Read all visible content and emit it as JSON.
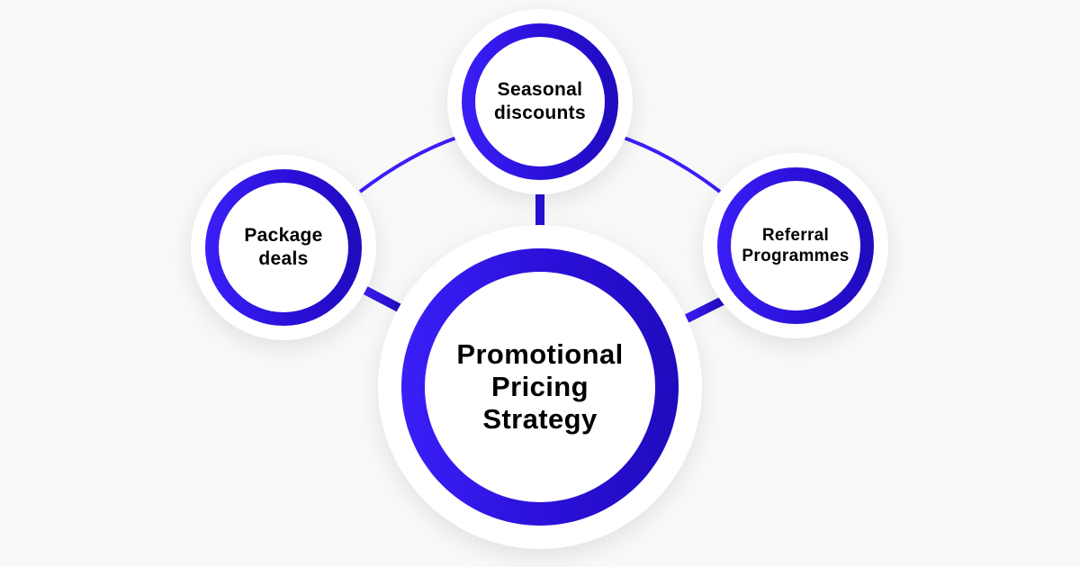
{
  "diagram": {
    "title": "Promotional Pricing Strategy",
    "center": {
      "label_lines": [
        "Promotional",
        "Pricing",
        "Strategy"
      ]
    },
    "satellites": [
      {
        "id": "seasonal",
        "label_lines": [
          "Seasonal",
          "discounts"
        ],
        "position": "top"
      },
      {
        "id": "package",
        "label_lines": [
          "Package",
          "deals"
        ],
        "position": "left"
      },
      {
        "id": "referral",
        "label_lines": [
          "Referral",
          "Programmes"
        ],
        "position": "right"
      }
    ],
    "colors": {
      "background": "#f9f9f9",
      "ring_start": "#3a1ff7",
      "ring_end": "#200bbd",
      "connector": "#2f17e6",
      "text": "#000000"
    }
  }
}
